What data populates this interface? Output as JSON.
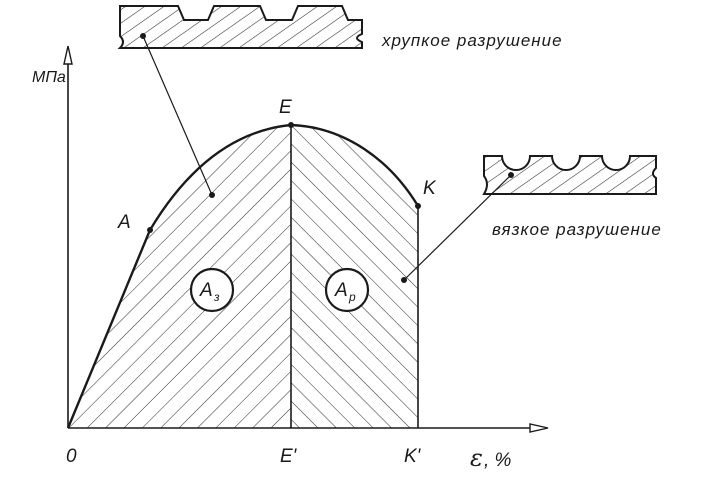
{
  "axes": {
    "y_unit": "МПа",
    "x_symbol": "ε",
    "x_unit": ", %",
    "origin": "0"
  },
  "points": {
    "A": "A",
    "E": "E",
    "K": "K",
    "E_prime": "E'",
    "K_prime": "K'"
  },
  "regions": {
    "left_main": "A",
    "left_sub": "з",
    "right_main": "A",
    "right_sub": "р"
  },
  "captions": {
    "brittle": "хрупкое разрушение",
    "ductile": "вязкое разрушение"
  }
}
